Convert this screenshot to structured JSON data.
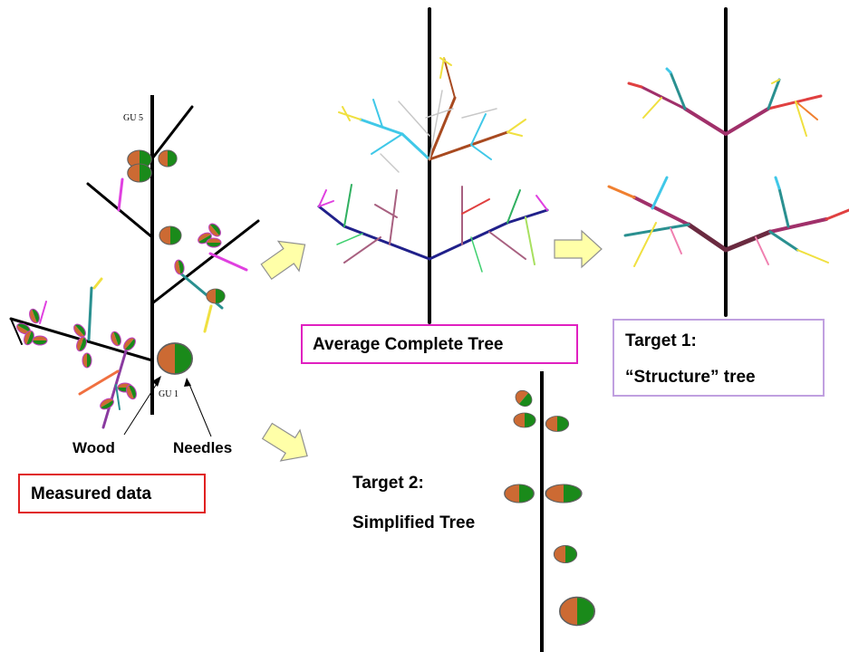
{
  "measured": {
    "gu_top": "GU 5",
    "gu_bottom": "GU 1",
    "wood_label": "Wood",
    "needles_label": "Needles",
    "caption": "Measured data"
  },
  "average": {
    "caption": "Average Complete Tree"
  },
  "target1": {
    "line1": "Target 1:",
    "line2": "“Structure”  tree"
  },
  "target2": {
    "line1": "Target 2:",
    "line2": "Simplified Tree"
  },
  "colors": {
    "wood": "#cc6a33",
    "needles": "#1a8a1a",
    "measured_box_border": "#e02020",
    "average_box_border": "#e020c0",
    "target1_box_border": "#c0a0e0",
    "arrow_fill": "#ffffa8",
    "arrow_stroke": "#909090"
  }
}
